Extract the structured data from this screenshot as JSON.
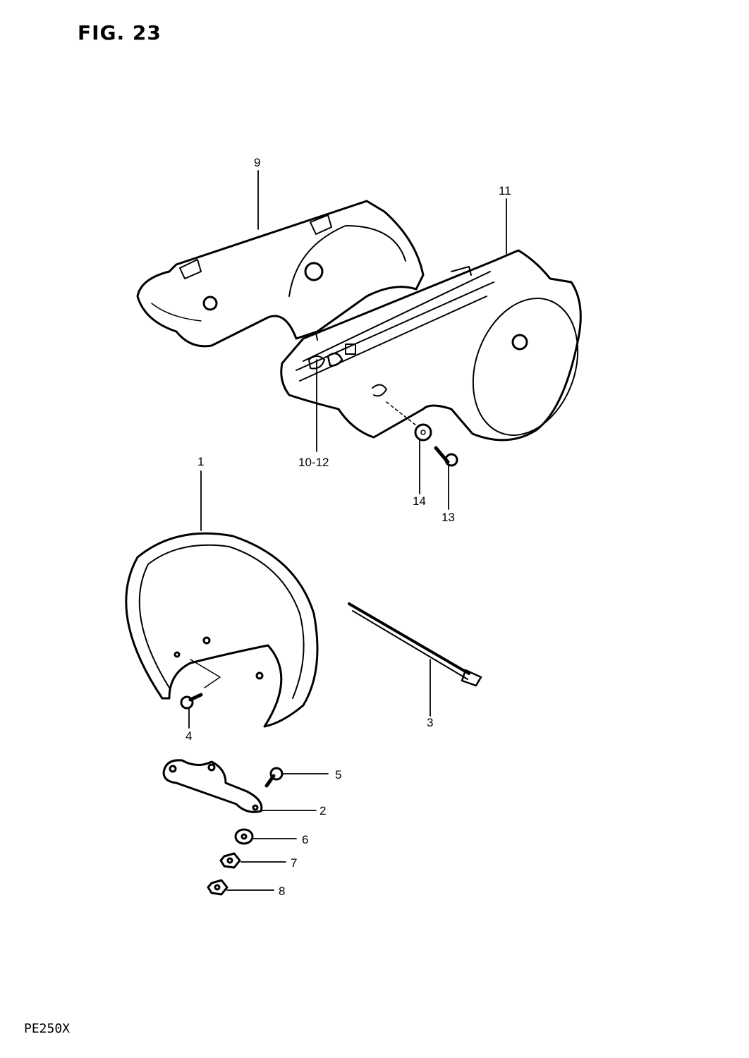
{
  "figure": {
    "title": "FIG. 23",
    "model": "PE250X"
  },
  "callouts": [
    {
      "id": "c9",
      "label": "9"
    },
    {
      "id": "c11",
      "label": "11"
    },
    {
      "id": "c10",
      "label": "10-12"
    },
    {
      "id": "c14",
      "label": "14"
    },
    {
      "id": "c13",
      "label": "13"
    },
    {
      "id": "c1",
      "label": "1"
    },
    {
      "id": "c3",
      "label": "3"
    },
    {
      "id": "c4",
      "label": "4"
    },
    {
      "id": "c5",
      "label": "5"
    },
    {
      "id": "c2",
      "label": "2"
    },
    {
      "id": "c6",
      "label": "6"
    },
    {
      "id": "c7",
      "label": "7"
    },
    {
      "id": "c8",
      "label": "8"
    }
  ]
}
